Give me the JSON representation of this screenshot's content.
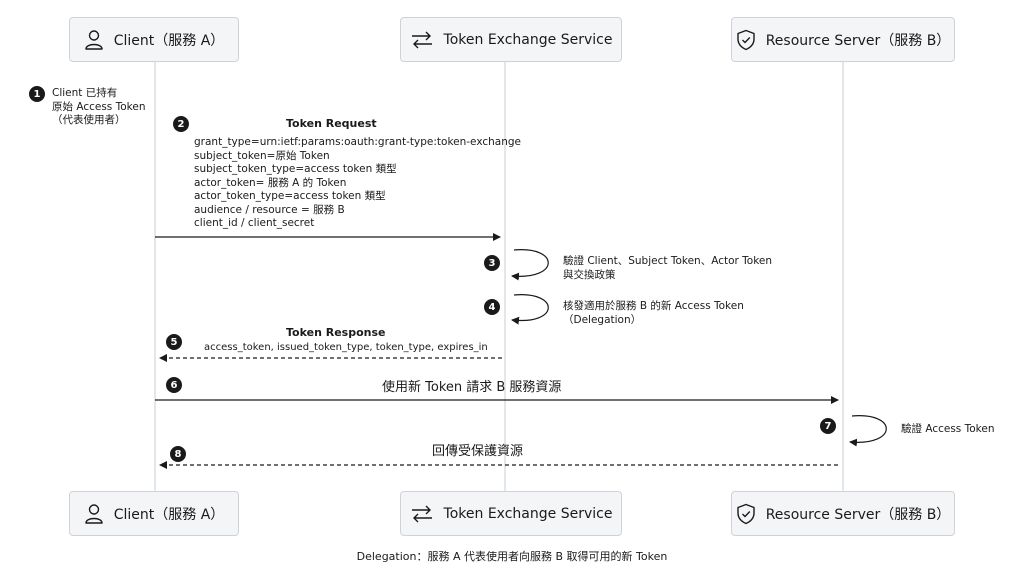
{
  "participants": {
    "client": "Client（服務 A）",
    "exchange": "Token Exchange Service",
    "resource": "Resource Server（服務 B）"
  },
  "steps": [
    {
      "number": "1",
      "lines": [
        "Client 已持有",
        "原始 Access Token",
        "（代表使用者）"
      ]
    },
    {
      "number": "2",
      "title": "Token Request",
      "lines": [
        "grant_type=urn:ietf:params:oauth:grant-type:token-exchange",
        "subject_token=原始 Token",
        "subject_token_type=access token 類型",
        "actor_token= 服務 A 的 Token",
        "actor_token_type=access token 類型",
        "audience / resource = 服務 B",
        "client_id / client_secret"
      ]
    },
    {
      "number": "3",
      "lines": [
        "驗證 Client、Subject Token、Actor Token",
        "與交換政策"
      ]
    },
    {
      "number": "4",
      "lines": [
        "核發適用於服務 B 的新 Access Token",
        "（Delegation）"
      ]
    },
    {
      "number": "5",
      "title": "Token Response",
      "lines": [
        "access_token,  issued_token_type, token_type, expires_in"
      ]
    },
    {
      "number": "6",
      "lines": [
        "使用新 Token 請求 B 服務資源"
      ]
    },
    {
      "number": "7",
      "lines": [
        "驗證 Access Token"
      ]
    },
    {
      "number": "8",
      "lines": [
        "回傳受保護資源"
      ]
    }
  ],
  "footer": "Delegation：服務 A 代表使用者向服務 B 取得可用的新 Token",
  "icons": {
    "client": "user-icon",
    "exchange": "exchange-arrows-icon",
    "resource": "shield-check-icon"
  },
  "colors": {
    "box_fill": "#f4f5f7",
    "box_border": "#cfd3d8",
    "lifeline": "#c8ccd2",
    "arrow": "#1a1a1a",
    "badge": "#1a1a1a"
  }
}
